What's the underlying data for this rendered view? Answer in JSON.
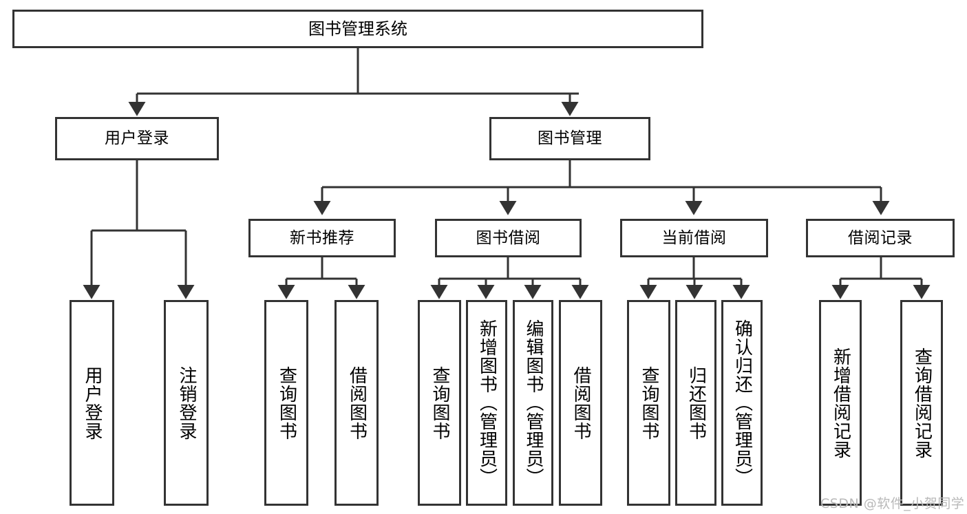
{
  "diagram": {
    "title": "图书管理系统",
    "watermark": "CSDN @软件_小贺同学",
    "stroke_color": "#333333",
    "background_color": "#ffffff",
    "text_color": "#000000",
    "watermark_color": "#b9b9b9"
  },
  "nodes": {
    "root": {
      "label": "图书管理系统"
    },
    "level2": [
      {
        "label": "用户登录"
      },
      {
        "label": "图书管理"
      }
    ],
    "level3": [
      {
        "label": "新书推荐"
      },
      {
        "label": "图书借阅"
      },
      {
        "label": "当前借阅"
      },
      {
        "label": "借阅记录"
      }
    ],
    "leaves": {
      "user_login": [
        {
          "label": "用户登录"
        },
        {
          "label": "注销登录"
        }
      ],
      "new_book_recommend": [
        {
          "label": "查询图书"
        },
        {
          "label": "借阅图书"
        }
      ],
      "book_borrow": [
        {
          "label": "查询图书"
        },
        {
          "label": "新增图书（管理员）"
        },
        {
          "label": "编辑图书（管理员）"
        },
        {
          "label": "借阅图书"
        }
      ],
      "current_borrow": [
        {
          "label": "查询图书"
        },
        {
          "label": "归还图书"
        },
        {
          "label": "确认归还（管理员）"
        }
      ],
      "borrow_records": [
        {
          "label": "新增借阅记录"
        },
        {
          "label": "查询借阅记录"
        }
      ]
    }
  }
}
